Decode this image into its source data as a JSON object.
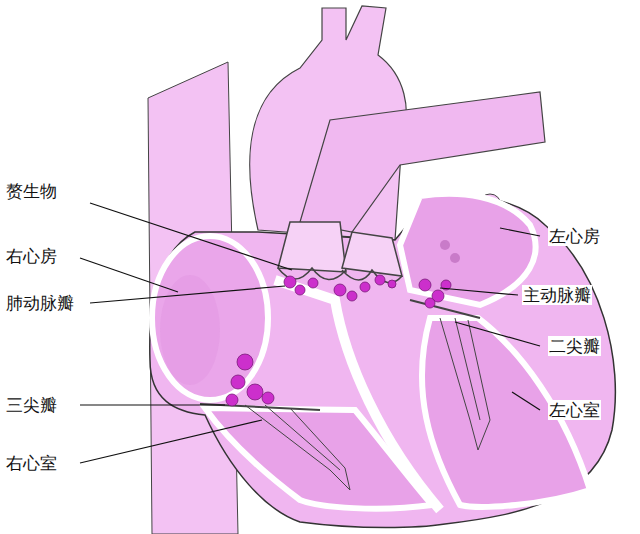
{
  "diagram": {
    "labels": [
      "赘生物",
      "左心房",
      "右心房",
      "主动脉瓣",
      "肺动脉瓣",
      "二尖瓣",
      "三尖瓣",
      "左心室",
      "右心室"
    ]
  }
}
